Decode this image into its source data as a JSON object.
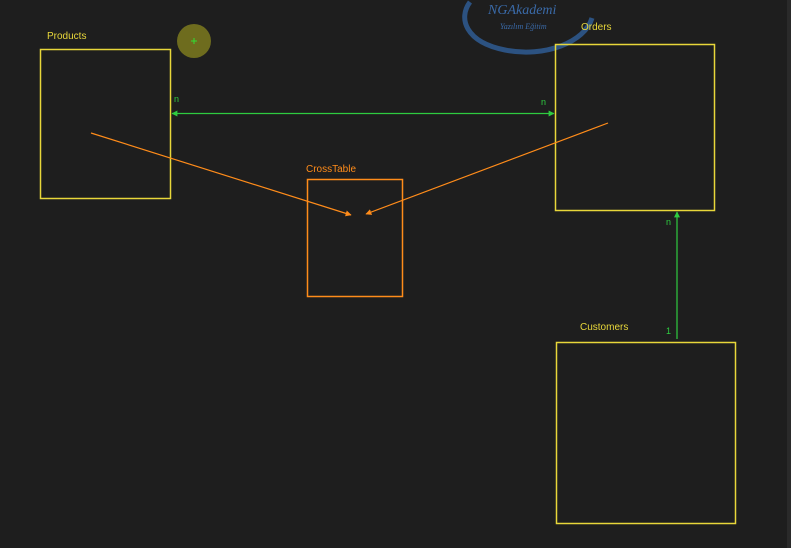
{
  "canvas": {
    "background": "#1e1e1e"
  },
  "watermark": {
    "brand": "NGAkademi",
    "tagline": "Yazılım Eğitim",
    "color": "#2f5f9a"
  },
  "colors": {
    "entity": "#e8d73a",
    "cross": "#ff8c1a",
    "relation": "#2ecc40",
    "cursor_fill": "#7d7a1f",
    "cursor_plus": "#33dd33"
  },
  "entities": {
    "products": {
      "title": "Products"
    },
    "orders": {
      "title": "Orders"
    },
    "crosstable": {
      "title": "CrossTable"
    },
    "customers": {
      "title": "Customers"
    }
  },
  "relations": {
    "products_orders": {
      "left_cardinality": "n",
      "right_cardinality": "n"
    },
    "orders_customers": {
      "orders_cardinality": "n",
      "customers_cardinality": "1"
    }
  },
  "cursor": {
    "icon": "plus-cursor-icon"
  }
}
